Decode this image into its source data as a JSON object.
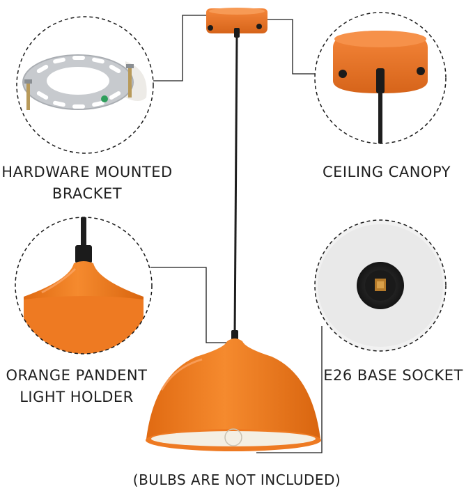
{
  "colors": {
    "orange": "#F07A1E",
    "orange_dark": "#C85E0F",
    "shade_inner": "#F4EFE3",
    "cord": "#1E1E1E"
  },
  "callouts": {
    "hardware": {
      "line1": "HARDWARE MOUNTED",
      "line2": "BRACKET"
    },
    "canopy": {
      "line1": "CEILING CANOPY"
    },
    "holder": {
      "line1": "ORANGE PANDENT",
      "line2": "LIGHT HOLDER"
    },
    "socket": {
      "line1": "E26 BASE SOCKET"
    }
  },
  "note": "(BULBS ARE NOT INCLUDED)"
}
